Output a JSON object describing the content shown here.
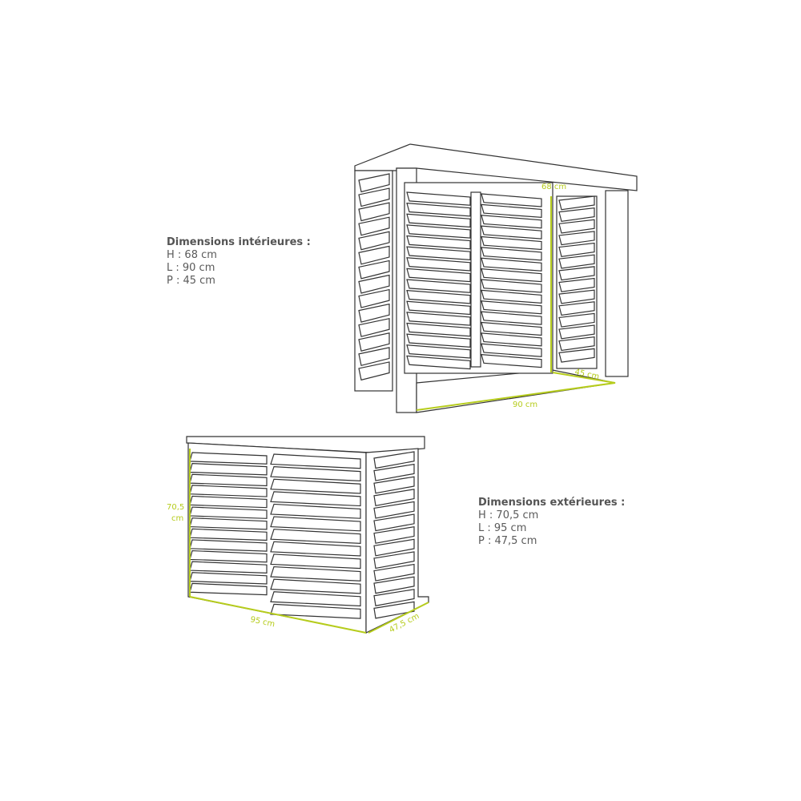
{
  "interior": {
    "title": "Dimensions intérieures :",
    "lines": [
      "H : 68 cm",
      "L : 90 cm",
      "P : 45 cm"
    ],
    "labels": {
      "height": "68 cm",
      "width": "90 cm",
      "depth": "45 cm"
    }
  },
  "exterior": {
    "title": "Dimensions extérieures :",
    "lines": [
      "H : 70,5 cm",
      "L : 95 cm",
      "P : 47,5 cm"
    ],
    "labels": {
      "height_1": "70,5",
      "height_2": "cm",
      "width": "95 cm",
      "depth": "47,5 cm"
    }
  },
  "colors": {
    "line": "#333333",
    "dimension": "#b6cc1c",
    "text": "#555555"
  }
}
